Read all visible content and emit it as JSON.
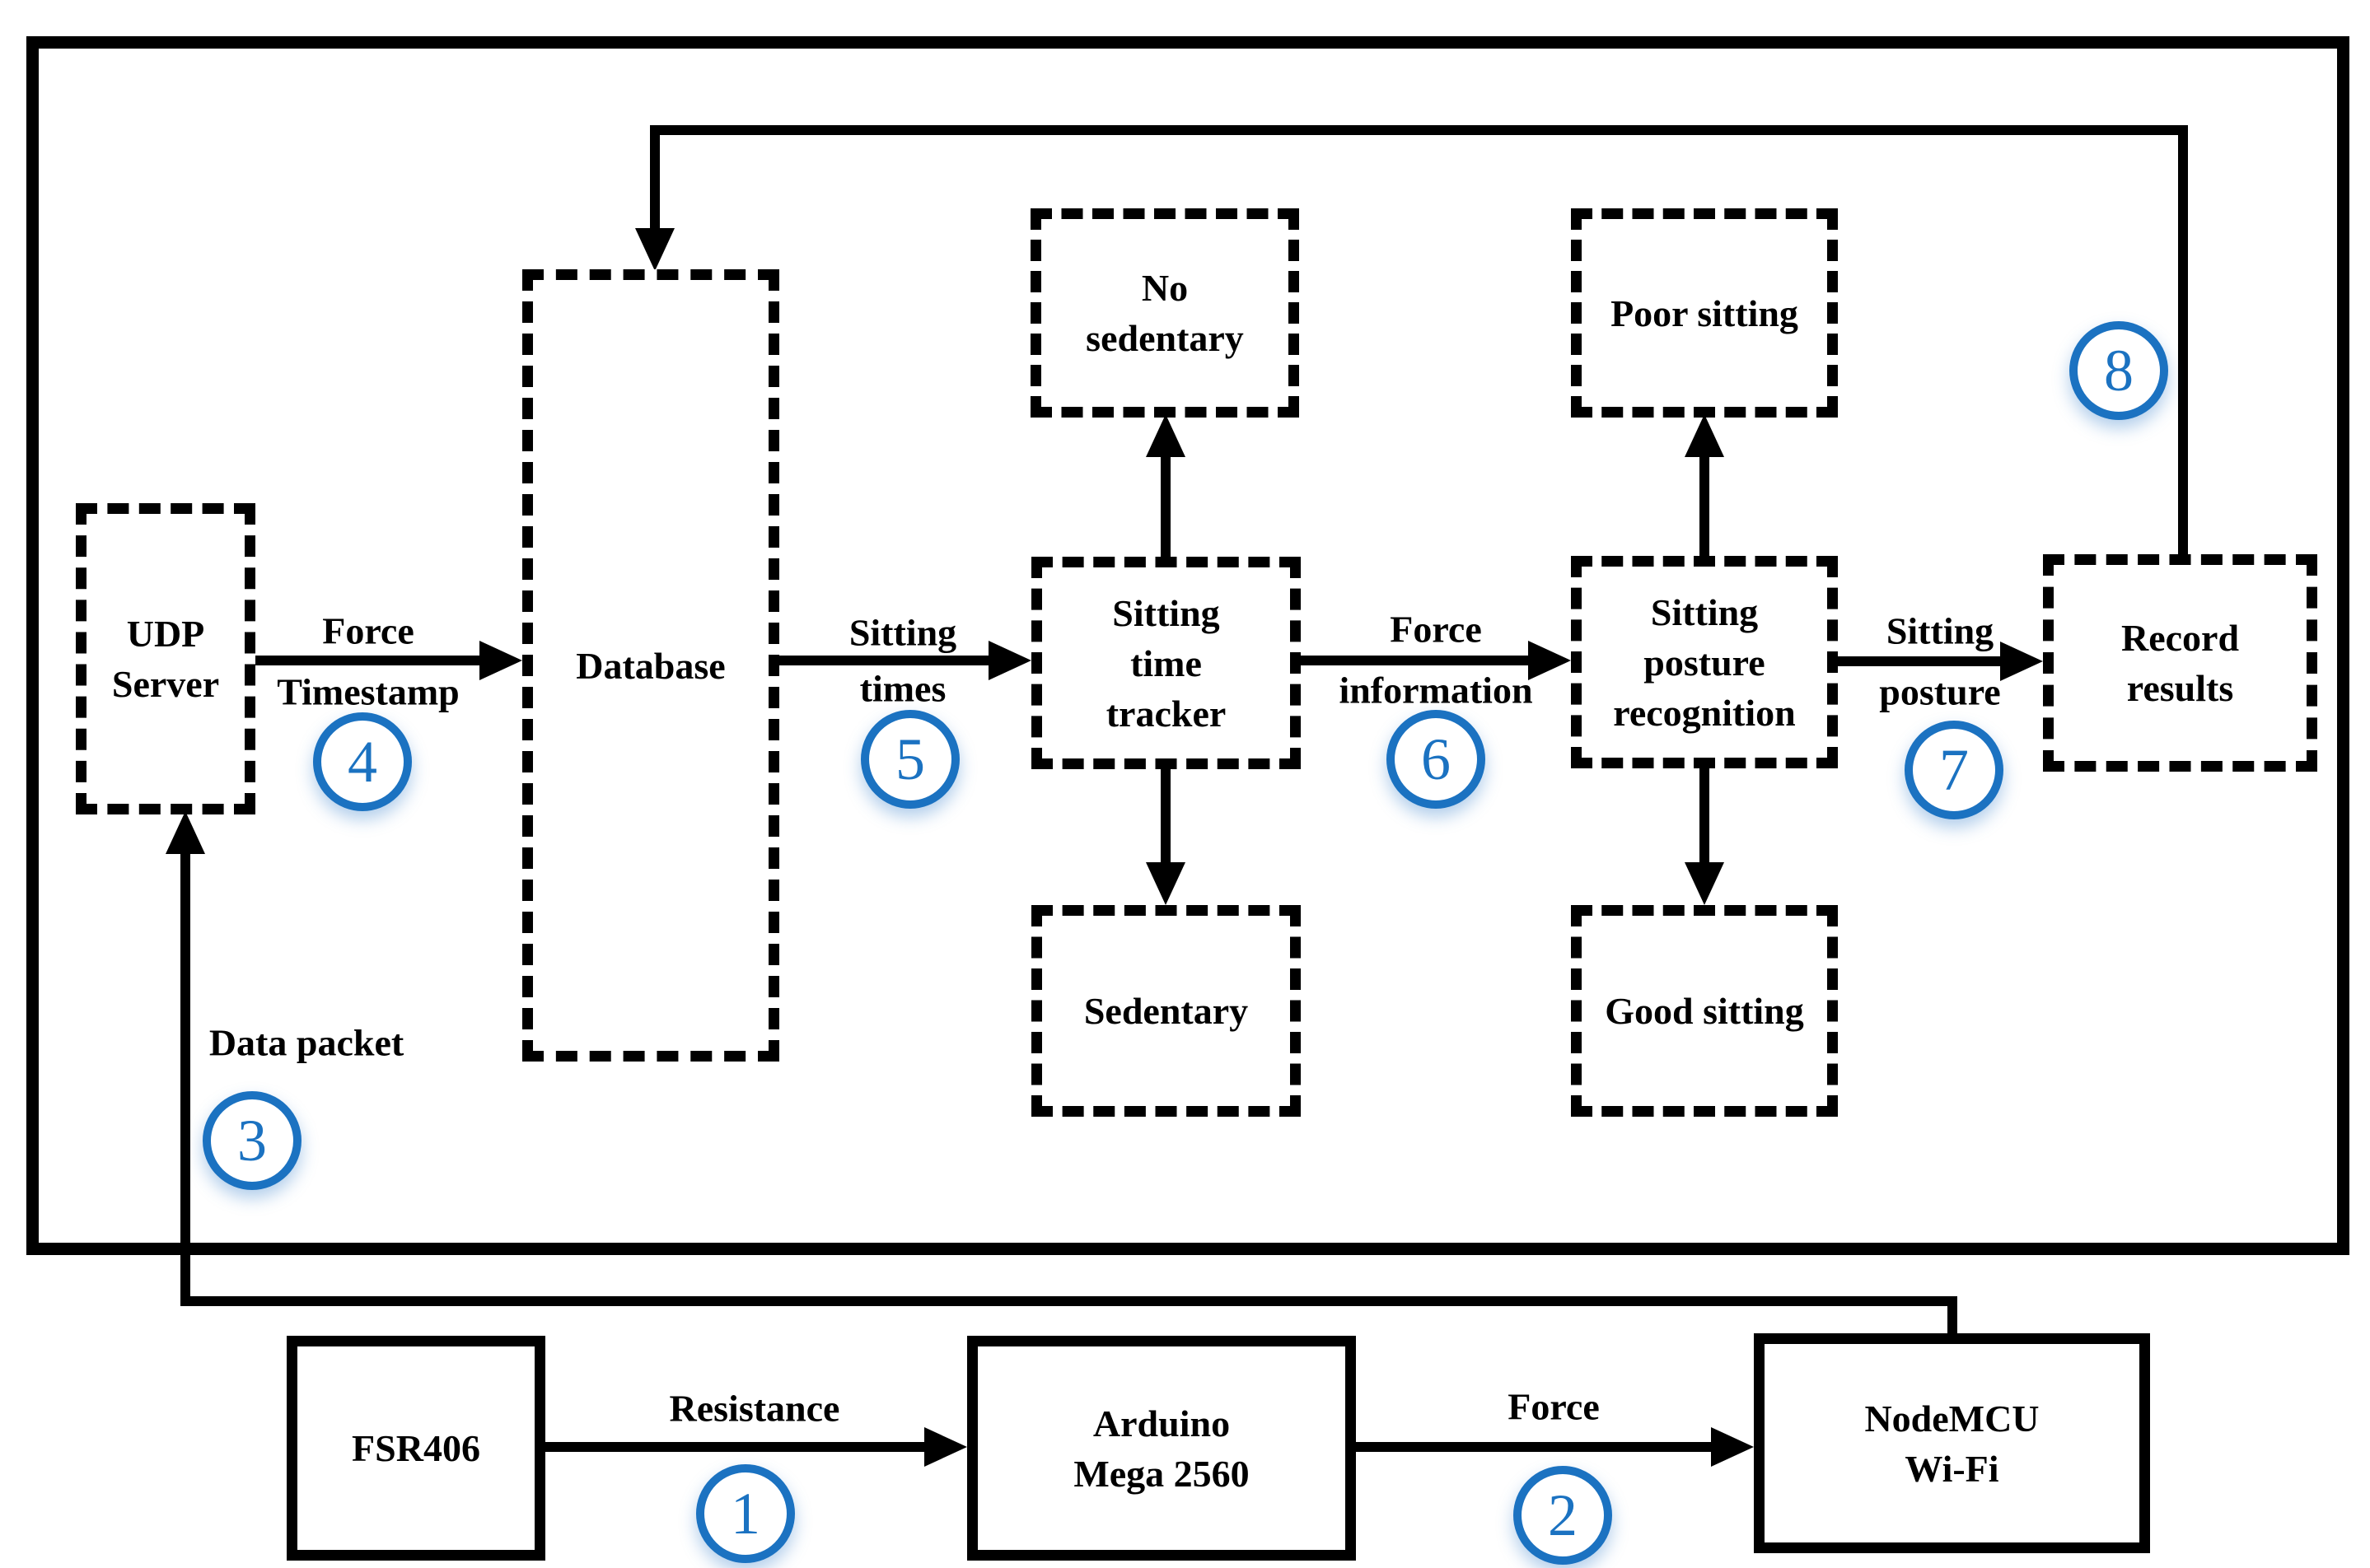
{
  "diagram": {
    "accent_color": "#1b72c1",
    "line_color": "#000000",
    "nodes": {
      "udp_server": {
        "lines": [
          "UDP",
          "Server"
        ]
      },
      "database": {
        "lines": [
          "Database"
        ]
      },
      "no_sedentary": {
        "lines": [
          "No",
          "sedentary"
        ]
      },
      "sitting_time_tracker": {
        "lines": [
          "Sitting",
          "time",
          "tracker"
        ]
      },
      "sedentary": {
        "lines": [
          "Sedentary"
        ]
      },
      "poor_sitting": {
        "lines": [
          "Poor sitting"
        ]
      },
      "sitting_posture_recognition": {
        "lines": [
          "Sitting",
          "posture",
          "recognition"
        ]
      },
      "good_sitting": {
        "lines": [
          "Good sitting"
        ]
      },
      "record_results": {
        "lines": [
          "Record",
          "results"
        ]
      },
      "fsr406": {
        "lines": [
          "FSR406"
        ]
      },
      "arduino": {
        "lines": [
          "Arduino",
          "Mega 2560"
        ]
      },
      "nodemcu": {
        "lines": [
          "NodeMCU",
          "Wi-Fi"
        ]
      }
    },
    "edge_labels": {
      "force_timestamp": {
        "lines": [
          "Force",
          "Timestamp"
        ]
      },
      "sitting_times": {
        "lines": [
          "Sitting",
          "times"
        ]
      },
      "force_information": {
        "lines": [
          "Force",
          "information"
        ]
      },
      "sitting_posture": {
        "lines": [
          "Sitting",
          "posture"
        ]
      },
      "resistance": {
        "lines": [
          "Resistance"
        ]
      },
      "force": {
        "lines": [
          "Force"
        ]
      },
      "data_packet": {
        "lines": [
          "Data packet"
        ]
      }
    },
    "step_badges": [
      "1",
      "2",
      "3",
      "4",
      "5",
      "6",
      "7",
      "8"
    ]
  }
}
